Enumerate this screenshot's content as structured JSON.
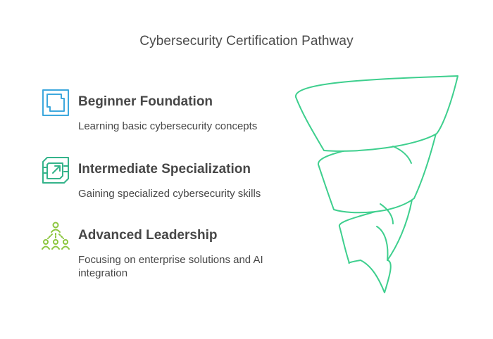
{
  "title": "Cybersecurity Certification Pathway",
  "accent_colors": {
    "blue": "#3ea8dd",
    "teal": "#34b38a",
    "green": "#8cc63f",
    "funnel": "#3ecf8e"
  },
  "stages": [
    {
      "title": "Beginner Foundation",
      "description": "Learning basic cybersecurity concepts",
      "icon": "square-frame-icon"
    },
    {
      "title": "Intermediate Specialization",
      "description": "Gaining specialized cybersecurity skills",
      "icon": "chip-arrow-icon"
    },
    {
      "title": "Advanced Leadership",
      "description": "Focusing on enterprise solutions and AI integration",
      "icon": "team-leader-icon"
    }
  ]
}
